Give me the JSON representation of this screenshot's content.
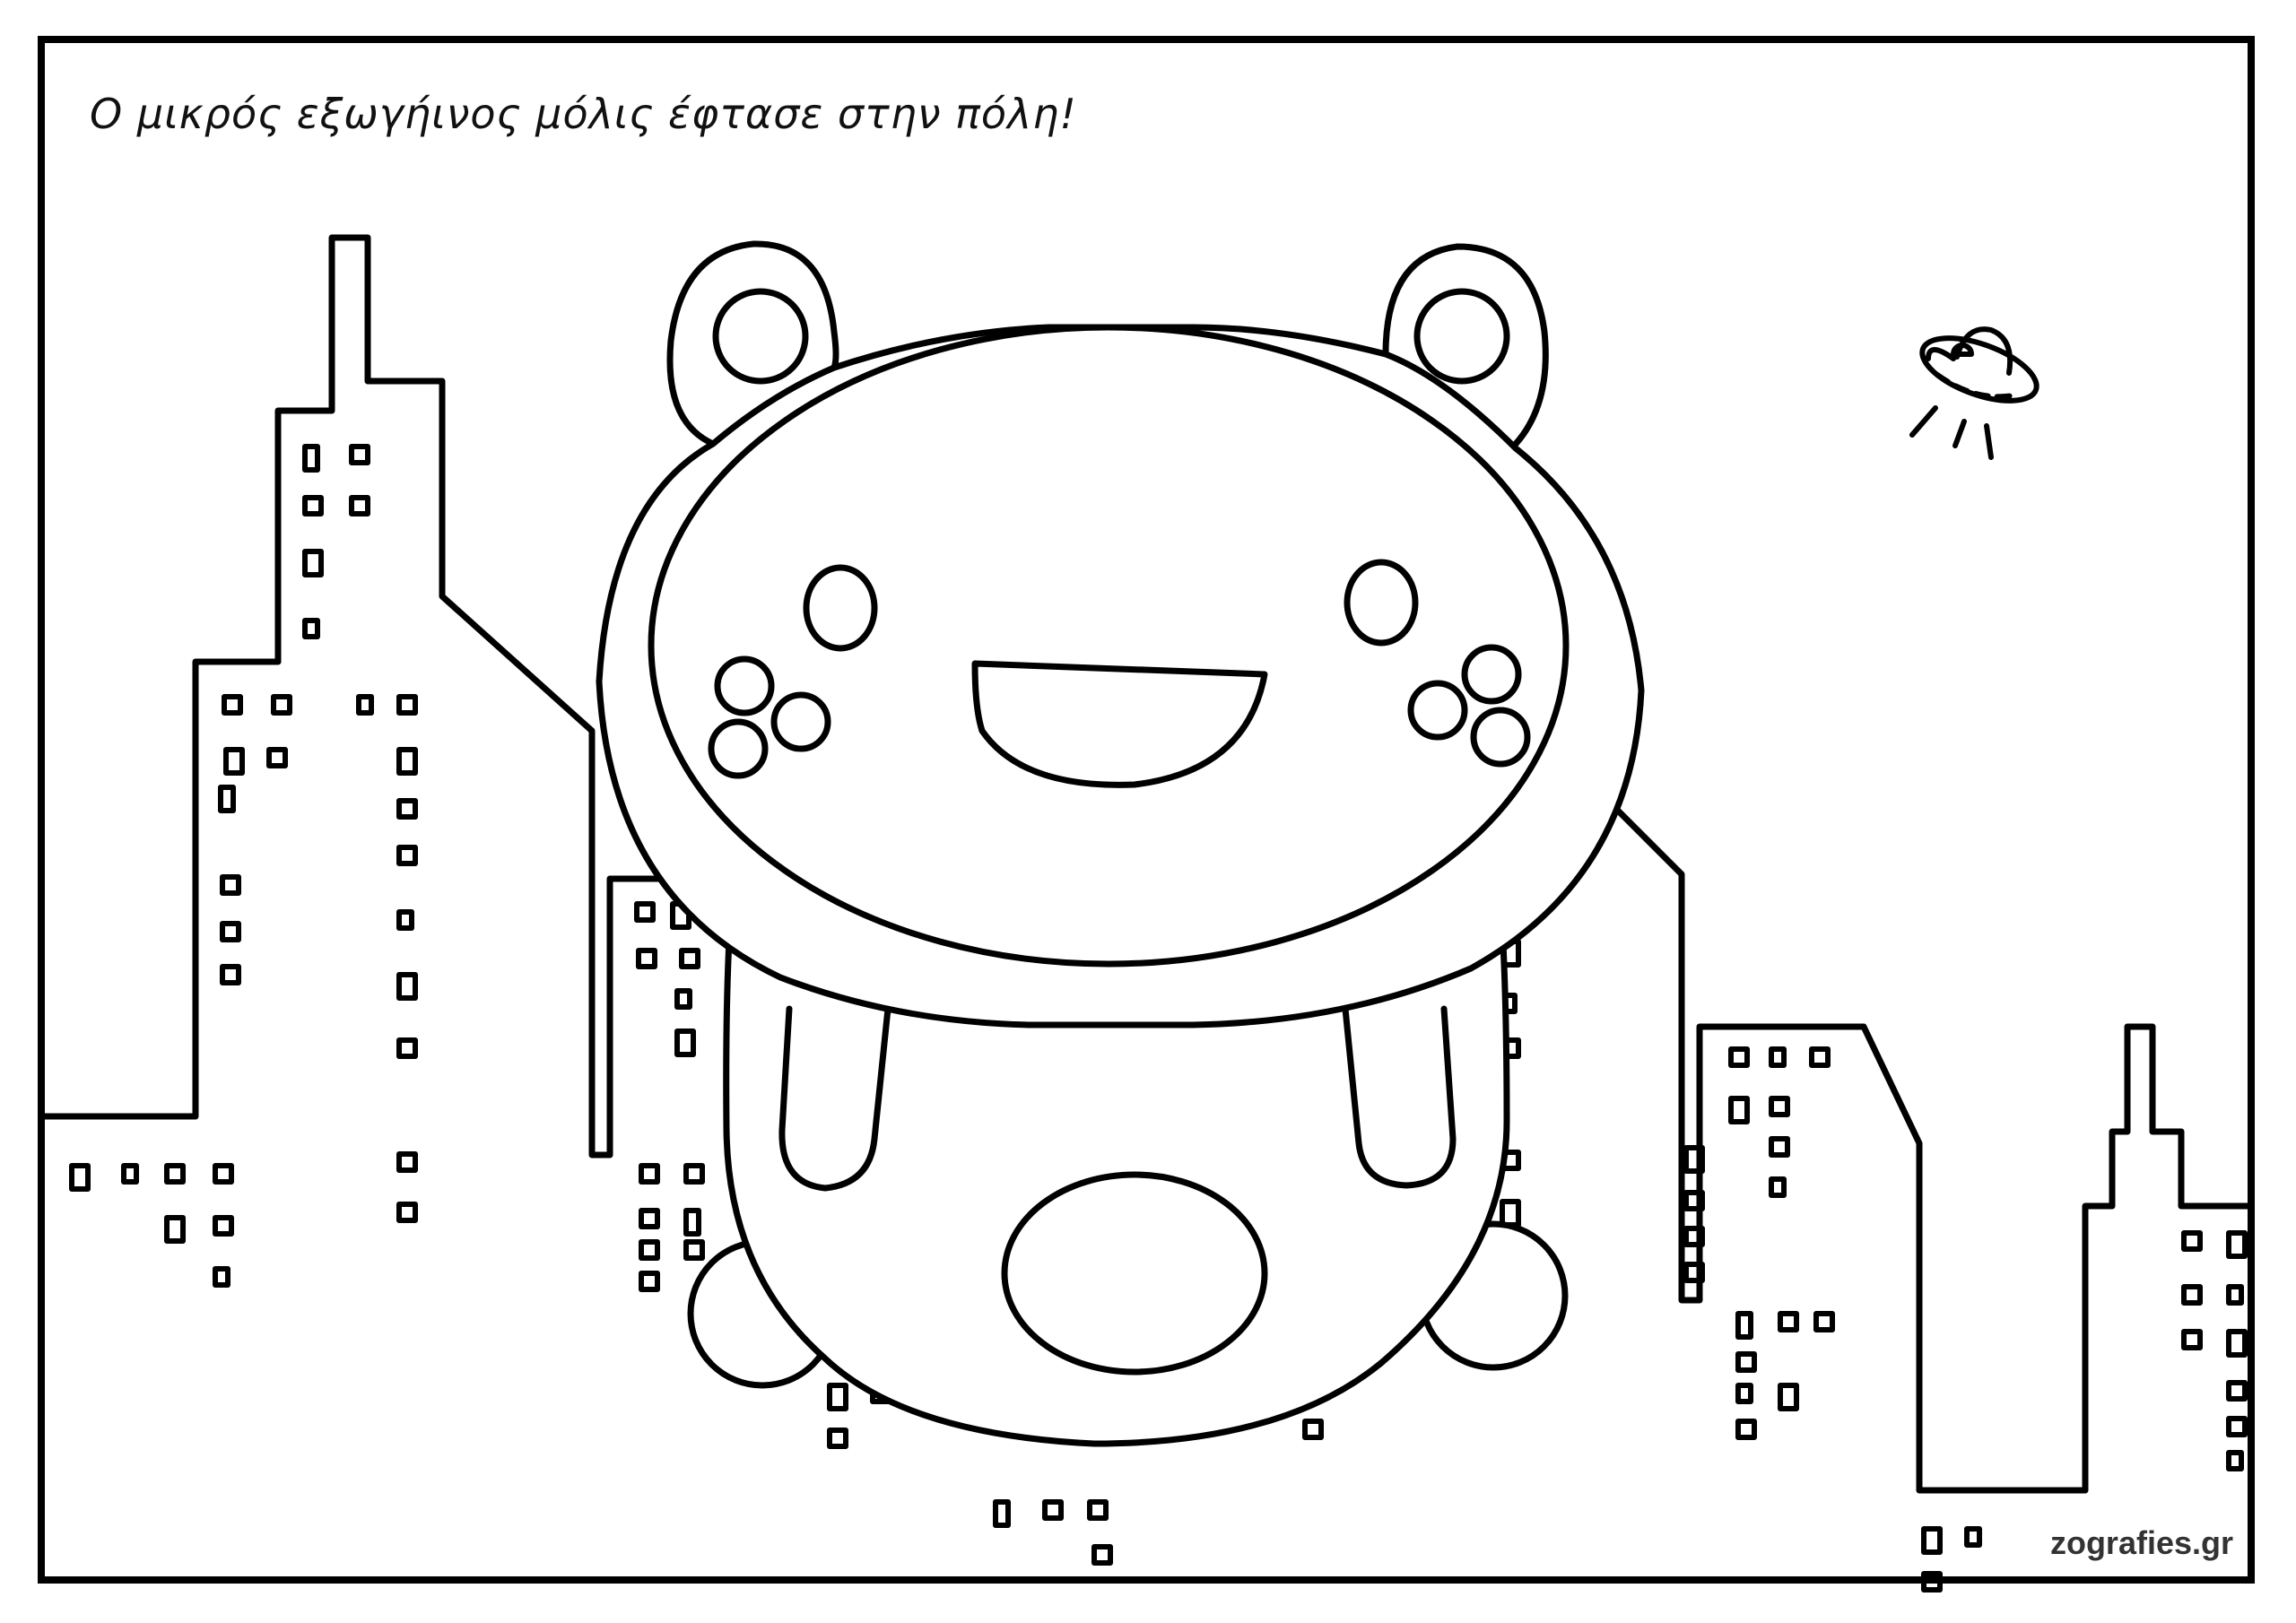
{
  "caption": "Ο μικρός εξωγήινος μόλις έφτασε στην πόλη!",
  "watermark": "zografies.gr",
  "colors": {
    "ink": "#000000",
    "paper": "#ffffff"
  },
  "icons": [
    "ufo-icon",
    "alien-character",
    "city-skyline"
  ]
}
